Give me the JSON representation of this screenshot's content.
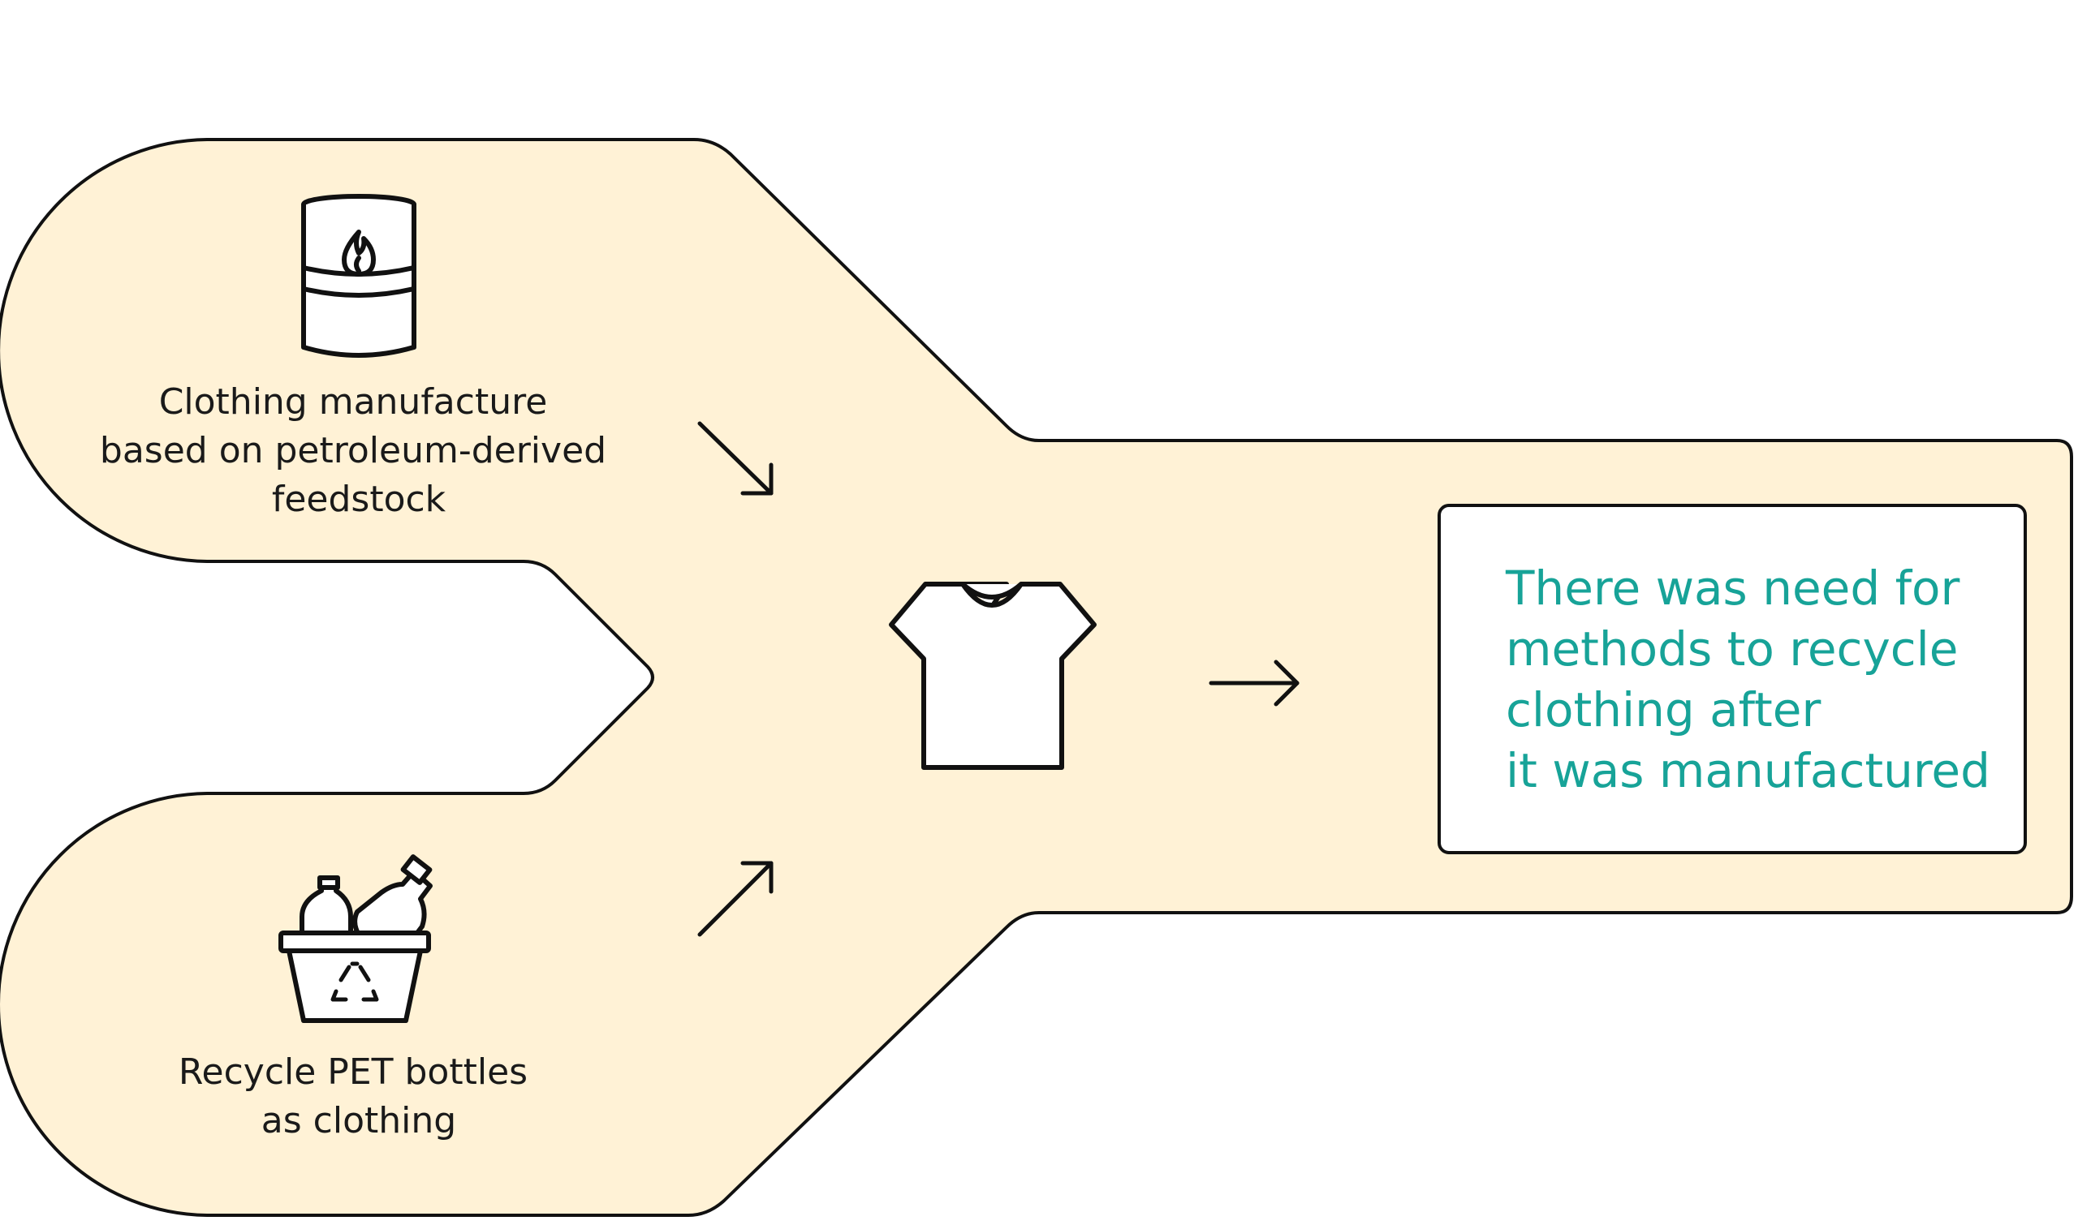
{
  "diagram": {
    "top_source": {
      "label_lines": [
        "Clothing manufacture",
        "based on petroleum-derived",
        "feedstock"
      ],
      "icon": "oil-barrel-icon"
    },
    "bottom_source": {
      "label_lines": [
        "Recycle PET bottles",
        "as clothing"
      ],
      "icon": "recycling-basket-icon"
    },
    "center": {
      "icon": "tshirt-icon"
    },
    "result": {
      "text_lines": [
        "There was need for",
        "methods to recycle",
        "clothing after",
        "it was manufactured"
      ]
    }
  },
  "colors": {
    "background": "#ffffff",
    "flow_fill": "#fff2d6",
    "outline": "#111111",
    "result_text": "#17a398",
    "result_box_fill": "#ffffff"
  }
}
